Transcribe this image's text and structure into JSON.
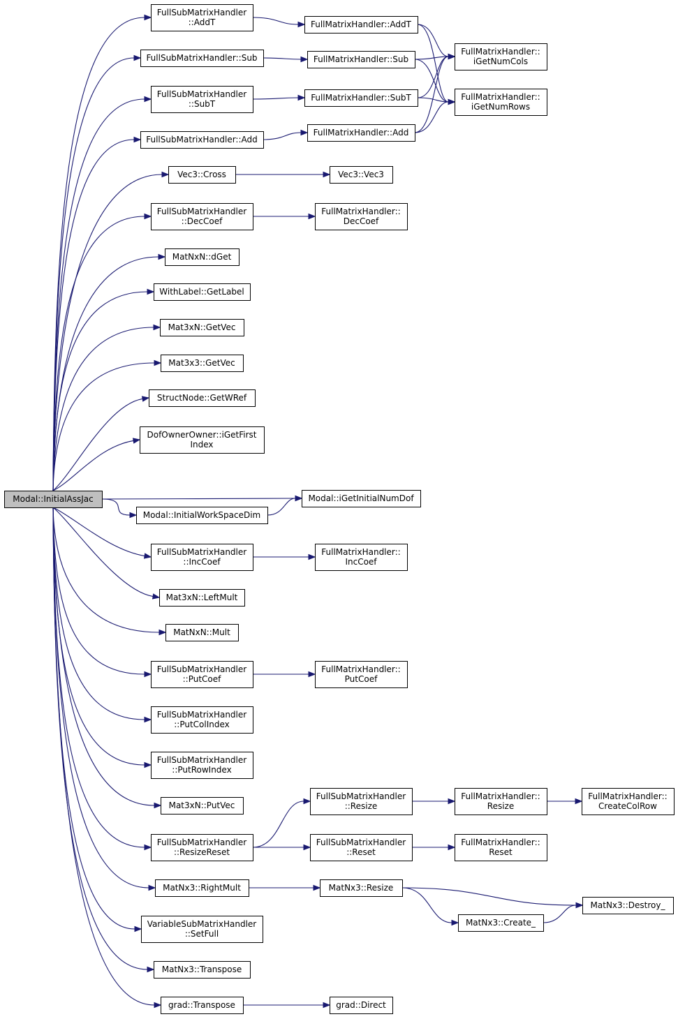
{
  "graph": {
    "direction": "left-to-right",
    "edge_color": "#191970",
    "root_fill": "#bfbfbf",
    "nodes": [
      {
        "id": "initialassjac",
        "lines": [
          "Modal::InitialAssJac"
        ],
        "root": true
      },
      {
        "id": "fsmh-addt",
        "lines": [
          "FullSubMatrixHandler",
          "::AddT"
        ]
      },
      {
        "id": "fsmh-sub",
        "lines": [
          "FullSubMatrixHandler::Sub"
        ]
      },
      {
        "id": "fsmh-subt",
        "lines": [
          "FullSubMatrixHandler",
          "::SubT"
        ]
      },
      {
        "id": "fsmh-add",
        "lines": [
          "FullSubMatrixHandler::Add"
        ]
      },
      {
        "id": "vec3-cross",
        "lines": [
          "Vec3::Cross"
        ]
      },
      {
        "id": "fsmh-deccoef",
        "lines": [
          "FullSubMatrixHandler",
          "::DecCoef"
        ]
      },
      {
        "id": "matnxn-dget",
        "lines": [
          "MatNxN::dGet"
        ]
      },
      {
        "id": "withlabel-getlabel",
        "lines": [
          "WithLabel::GetLabel"
        ]
      },
      {
        "id": "mat3xn-getvec",
        "lines": [
          "Mat3xN::GetVec"
        ]
      },
      {
        "id": "mat3x3-getvec",
        "lines": [
          "Mat3x3::GetVec"
        ]
      },
      {
        "id": "structnode-getwref",
        "lines": [
          "StructNode::GetWRef"
        ]
      },
      {
        "id": "dofownerowner-igetfirstindex",
        "lines": [
          "DofOwnerOwner::iGetFirst",
          "Index"
        ]
      },
      {
        "id": "modal-initialworkspacedim",
        "lines": [
          "Modal::InitialWorkSpaceDim"
        ]
      },
      {
        "id": "fsmh-inccoef",
        "lines": [
          "FullSubMatrixHandler",
          "::IncCoef"
        ]
      },
      {
        "id": "mat3xn-leftmult",
        "lines": [
          "Mat3xN::LeftMult"
        ]
      },
      {
        "id": "matnxn-mult",
        "lines": [
          "MatNxN::Mult"
        ]
      },
      {
        "id": "fsmh-putcoef",
        "lines": [
          "FullSubMatrixHandler",
          "::PutCoef"
        ]
      },
      {
        "id": "fsmh-putcolindex",
        "lines": [
          "FullSubMatrixHandler",
          "::PutColIndex"
        ]
      },
      {
        "id": "fsmh-putrowindex",
        "lines": [
          "FullSubMatrixHandler",
          "::PutRowIndex"
        ]
      },
      {
        "id": "mat3xn-putvec",
        "lines": [
          "Mat3xN::PutVec"
        ]
      },
      {
        "id": "fsmh-resizereset",
        "lines": [
          "FullSubMatrixHandler",
          "::ResizeReset"
        ]
      },
      {
        "id": "matnx3-rightmult",
        "lines": [
          "MatNx3::RightMult"
        ]
      },
      {
        "id": "vsmh-setfull",
        "lines": [
          "VariableSubMatrixHandler",
          "::SetFull"
        ]
      },
      {
        "id": "matnx3-transpose",
        "lines": [
          "MatNx3::Transpose"
        ]
      },
      {
        "id": "grad-transpose",
        "lines": [
          "grad::Transpose"
        ]
      },
      {
        "id": "fmh-addt",
        "lines": [
          "FullMatrixHandler::AddT"
        ]
      },
      {
        "id": "fmh-sub",
        "lines": [
          "FullMatrixHandler::Sub"
        ]
      },
      {
        "id": "fmh-subt",
        "lines": [
          "FullMatrixHandler::SubT"
        ]
      },
      {
        "id": "fmh-add",
        "lines": [
          "FullMatrixHandler::Add"
        ]
      },
      {
        "id": "vec3-vec3",
        "lines": [
          "Vec3::Vec3"
        ]
      },
      {
        "id": "fmh-deccoef",
        "lines": [
          "FullMatrixHandler::",
          "DecCoef"
        ]
      },
      {
        "id": "modal-igetinitialnumdof",
        "lines": [
          "Modal::iGetInitialNumDof"
        ]
      },
      {
        "id": "fmh-inccoef",
        "lines": [
          "FullMatrixHandler::",
          "IncCoef"
        ]
      },
      {
        "id": "fmh-putcoef",
        "lines": [
          "FullMatrixHandler::",
          "PutCoef"
        ]
      },
      {
        "id": "fsmh-resize",
        "lines": [
          "FullSubMatrixHandler",
          "::Resize"
        ]
      },
      {
        "id": "fsmh-reset",
        "lines": [
          "FullSubMatrixHandler",
          "::Reset"
        ]
      },
      {
        "id": "matnx3-resize",
        "lines": [
          "MatNx3::Resize"
        ]
      },
      {
        "id": "grad-direct",
        "lines": [
          "grad::Direct"
        ]
      },
      {
        "id": "fmh-igetnumcols",
        "lines": [
          "FullMatrixHandler::",
          "iGetNumCols"
        ]
      },
      {
        "id": "fmh-igetnumrows",
        "lines": [
          "FullMatrixHandler::",
          "iGetNumRows"
        ]
      },
      {
        "id": "fmh-resize",
        "lines": [
          "FullMatrixHandler::",
          "Resize"
        ]
      },
      {
        "id": "fmh-reset",
        "lines": [
          "FullMatrixHandler::",
          "Reset"
        ]
      },
      {
        "id": "matnx3-create",
        "lines": [
          "MatNx3::Create_"
        ]
      },
      {
        "id": "fmh-createcolrow",
        "lines": [
          "FullMatrixHandler::",
          "CreateColRow"
        ]
      },
      {
        "id": "matnx3-destroy",
        "lines": [
          "MatNx3::Destroy_"
        ]
      }
    ],
    "edges": [
      {
        "from": "initialassjac",
        "to": "fsmh-addt"
      },
      {
        "from": "initialassjac",
        "to": "fsmh-sub"
      },
      {
        "from": "initialassjac",
        "to": "fsmh-subt"
      },
      {
        "from": "initialassjac",
        "to": "fsmh-add"
      },
      {
        "from": "initialassjac",
        "to": "vec3-cross"
      },
      {
        "from": "initialassjac",
        "to": "fsmh-deccoef"
      },
      {
        "from": "initialassjac",
        "to": "matnxn-dget"
      },
      {
        "from": "initialassjac",
        "to": "withlabel-getlabel"
      },
      {
        "from": "initialassjac",
        "to": "mat3xn-getvec"
      },
      {
        "from": "initialassjac",
        "to": "mat3x3-getvec"
      },
      {
        "from": "initialassjac",
        "to": "structnode-getwref"
      },
      {
        "from": "initialassjac",
        "to": "dofownerowner-igetfirstindex"
      },
      {
        "from": "initialassjac",
        "to": "modal-igetinitialnumdof"
      },
      {
        "from": "initialassjac",
        "to": "modal-initialworkspacedim"
      },
      {
        "from": "initialassjac",
        "to": "fsmh-inccoef"
      },
      {
        "from": "initialassjac",
        "to": "mat3xn-leftmult"
      },
      {
        "from": "initialassjac",
        "to": "matnxn-mult"
      },
      {
        "from": "initialassjac",
        "to": "fsmh-putcoef"
      },
      {
        "from": "initialassjac",
        "to": "fsmh-putcolindex"
      },
      {
        "from": "initialassjac",
        "to": "fsmh-putrowindex"
      },
      {
        "from": "initialassjac",
        "to": "mat3xn-putvec"
      },
      {
        "from": "initialassjac",
        "to": "fsmh-resizereset"
      },
      {
        "from": "initialassjac",
        "to": "matnx3-rightmult"
      },
      {
        "from": "initialassjac",
        "to": "vsmh-setfull"
      },
      {
        "from": "initialassjac",
        "to": "matnx3-transpose"
      },
      {
        "from": "initialassjac",
        "to": "grad-transpose"
      },
      {
        "from": "fsmh-addt",
        "to": "fmh-addt"
      },
      {
        "from": "fsmh-sub",
        "to": "fmh-sub"
      },
      {
        "from": "fsmh-subt",
        "to": "fmh-subt"
      },
      {
        "from": "fsmh-add",
        "to": "fmh-add"
      },
      {
        "from": "vec3-cross",
        "to": "vec3-vec3"
      },
      {
        "from": "fsmh-deccoef",
        "to": "fmh-deccoef"
      },
      {
        "from": "modal-initialworkspacedim",
        "to": "modal-igetinitialnumdof"
      },
      {
        "from": "fsmh-inccoef",
        "to": "fmh-inccoef"
      },
      {
        "from": "fsmh-putcoef",
        "to": "fmh-putcoef"
      },
      {
        "from": "fsmh-resizereset",
        "to": "fsmh-resize"
      },
      {
        "from": "fsmh-resizereset",
        "to": "fsmh-reset"
      },
      {
        "from": "matnx3-rightmult",
        "to": "matnx3-resize"
      },
      {
        "from": "grad-transpose",
        "to": "grad-direct"
      },
      {
        "from": "fmh-addt",
        "to": "fmh-igetnumcols"
      },
      {
        "from": "fmh-addt",
        "to": "fmh-igetnumrows"
      },
      {
        "from": "fmh-sub",
        "to": "fmh-igetnumcols"
      },
      {
        "from": "fmh-sub",
        "to": "fmh-igetnumrows"
      },
      {
        "from": "fmh-subt",
        "to": "fmh-igetnumcols"
      },
      {
        "from": "fmh-subt",
        "to": "fmh-igetnumrows"
      },
      {
        "from": "fmh-add",
        "to": "fmh-igetnumcols"
      },
      {
        "from": "fmh-add",
        "to": "fmh-igetnumrows"
      },
      {
        "from": "fsmh-resize",
        "to": "fmh-resize"
      },
      {
        "from": "fsmh-reset",
        "to": "fmh-reset"
      },
      {
        "from": "fmh-resize",
        "to": "fmh-createcolrow"
      },
      {
        "from": "matnx3-resize",
        "to": "matnx3-create"
      },
      {
        "from": "matnx3-resize",
        "to": "matnx3-destroy"
      },
      {
        "from": "matnx3-create",
        "to": "matnx3-destroy"
      }
    ]
  }
}
